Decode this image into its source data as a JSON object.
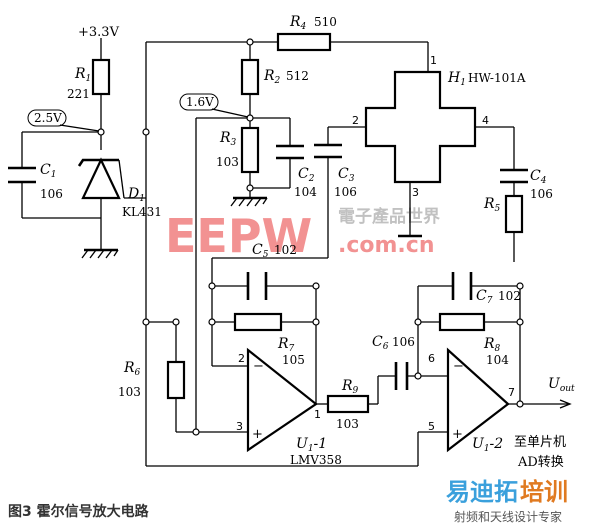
{
  "supply": {
    "label": "+3.3V"
  },
  "probes": {
    "v1": "2.5V",
    "v2": "1.6V"
  },
  "components": {
    "R1": {
      "ref": "R",
      "sub": "1",
      "value": "221"
    },
    "R2": {
      "ref": "R",
      "sub": "2",
      "value": "512"
    },
    "R3": {
      "ref": "R",
      "sub": "3",
      "value": "103"
    },
    "R4": {
      "ref": "R",
      "sub": "4",
      "value": "510"
    },
    "R5": {
      "ref": "R",
      "sub": "5",
      "value": ""
    },
    "R6": {
      "ref": "R",
      "sub": "6",
      "value": "103"
    },
    "R7": {
      "ref": "R",
      "sub": "7",
      "value": "105"
    },
    "R8": {
      "ref": "R",
      "sub": "8",
      "value": "104"
    },
    "R9": {
      "ref": "R",
      "sub": "9",
      "value": "103"
    },
    "C1": {
      "ref": "C",
      "sub": "1",
      "value": "106"
    },
    "C2": {
      "ref": "C",
      "sub": "2",
      "value": "104"
    },
    "C3": {
      "ref": "C",
      "sub": "3",
      "value": "106"
    },
    "C4": {
      "ref": "C",
      "sub": "4",
      "value": "106"
    },
    "C5": {
      "ref": "C",
      "sub": "5",
      "value": "102"
    },
    "C6": {
      "ref": "C",
      "sub": "6",
      "value": "106"
    },
    "C7": {
      "ref": "C",
      "sub": "7",
      "value": "102"
    },
    "D1": {
      "ref": "D",
      "sub": "1",
      "part": "KL431"
    },
    "H1": {
      "ref": "H",
      "sub": "1",
      "part": "HW-101A",
      "pins": [
        "1",
        "2",
        "3",
        "4"
      ]
    },
    "U1_1": {
      "ref": "U",
      "sub": "1",
      "suffix": "-1",
      "part": "LMV358",
      "pins": [
        "2",
        "3",
        "1"
      ]
    },
    "U1_2": {
      "ref": "U",
      "sub": "1",
      "suffix": "-2",
      "pins": [
        "6",
        "5",
        "7"
      ]
    }
  },
  "output": {
    "ref": "U",
    "sub": "out",
    "note_line1": "至单片机",
    "note_line2": "AD转换"
  },
  "caption": "图3  霍尔信号放大电路",
  "watermark": {
    "main": "EEPW",
    "dotcom": ".com.cn",
    "cn": "電子產品世界"
  },
  "logo": {
    "main_1": "易迪拓",
    "main_2": "培训",
    "sub": "射频和天线设计专家"
  }
}
